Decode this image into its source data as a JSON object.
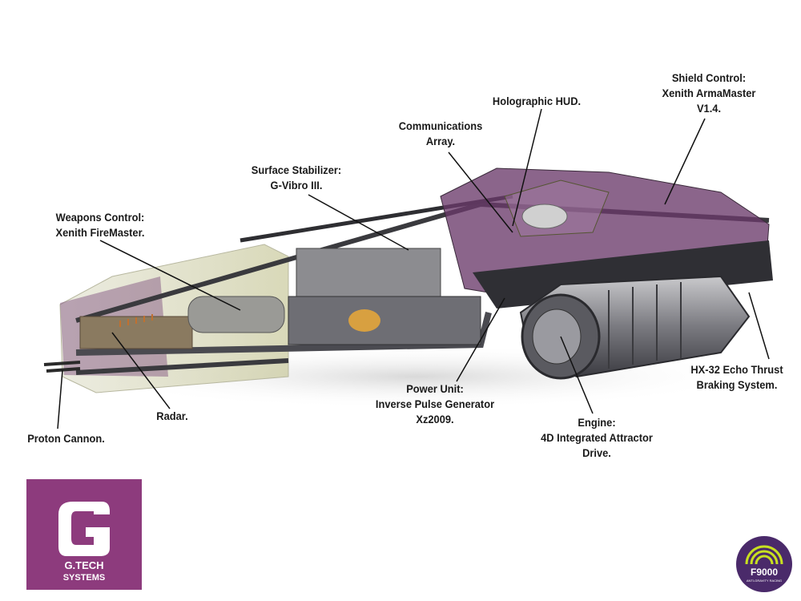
{
  "labels": {
    "shield_control": [
      "Shield Control:",
      "Xenith ArmaMaster",
      "V1.4."
    ],
    "holographic_hud": [
      "Holographic HUD."
    ],
    "communications_array": [
      "Communications",
      "Array."
    ],
    "surface_stabilizer": [
      "Surface Stabilizer:",
      "G-Vibro III."
    ],
    "weapons_control": [
      "Weapons Control:",
      "Xenith FireMaster."
    ],
    "power_unit": [
      "Power Unit:",
      "Inverse Pulse Generator",
      "Xz2009."
    ],
    "engine": [
      "Engine:",
      "4D Integrated Attractor",
      "Drive."
    ],
    "braking_system": [
      "HX-32 Echo Thrust",
      "Braking System."
    ],
    "radar": [
      "Radar."
    ],
    "proton_cannon": [
      "Proton Cannon."
    ]
  },
  "logos": {
    "gtech_line1": "G.TECH",
    "gtech_line2": "SYSTEMS",
    "f9000_line1": "F9000",
    "f9000_line2": "ANTI-GRAVITY RACING"
  },
  "colors": {
    "brand_purple": "#8d3b7d",
    "hull_purple": "#6a3a6a",
    "hull_dark": "#3a3a3e",
    "engine_gray": "#8a8a8e"
  }
}
